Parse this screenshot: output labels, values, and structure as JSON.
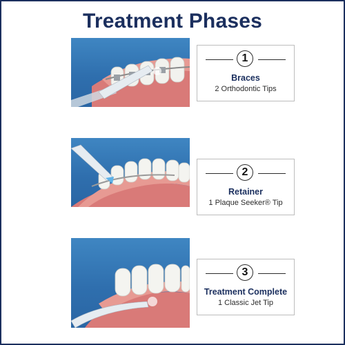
{
  "title": "Treatment Phases",
  "colors": {
    "title": "#1b2f5e",
    "phase_name": "#1b2f5e",
    "border": "#1b2f5e",
    "image_bg": "#2f6fae"
  },
  "phases": [
    {
      "number": "1",
      "name": "Braces",
      "detail": "2 Orthodontic Tips",
      "image": "braces-teeth-illustration"
    },
    {
      "number": "2",
      "name": "Retainer",
      "detail": "1 Plaque Seeker® Tip",
      "image": "retainer-teeth-illustration"
    },
    {
      "number": "3",
      "name": "Treatment Complete",
      "detail": "1 Classic Jet Tip",
      "image": "complete-teeth-illustration"
    }
  ]
}
